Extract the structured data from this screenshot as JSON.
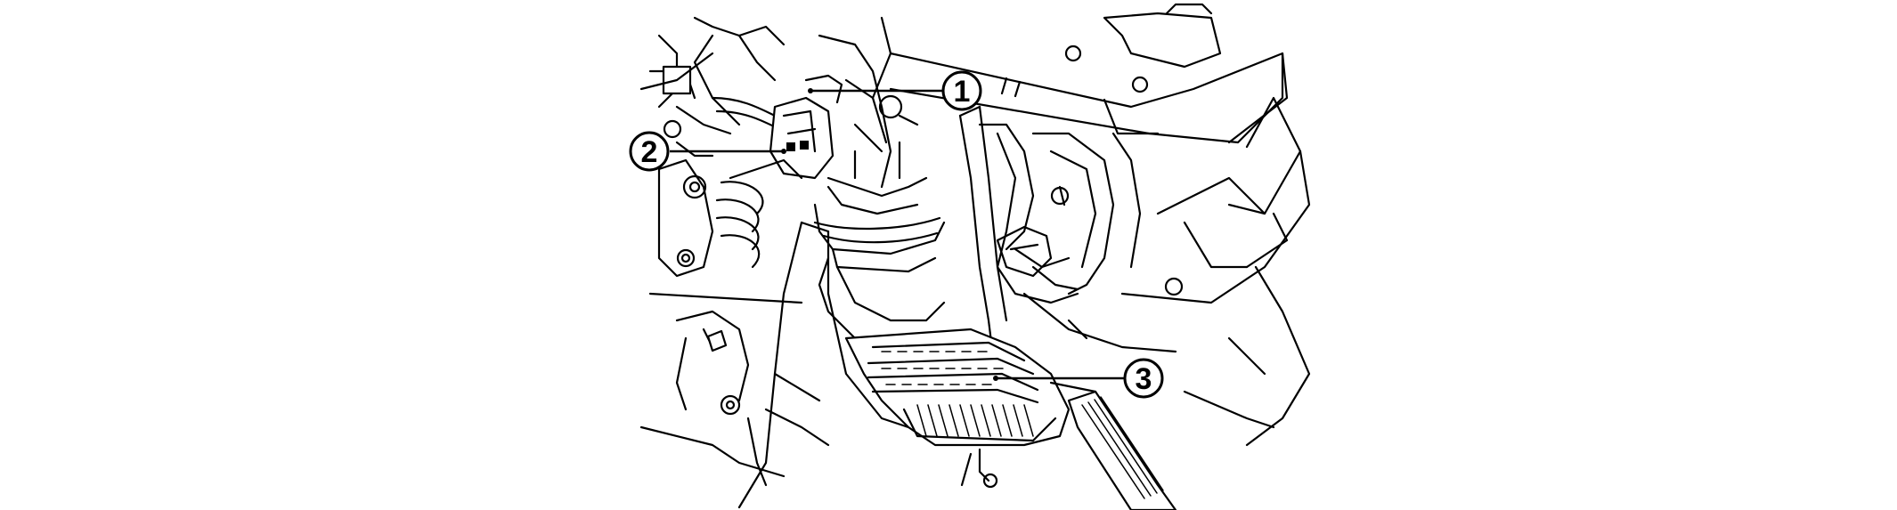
{
  "callouts": [
    {
      "label": "1"
    },
    {
      "label": "2"
    },
    {
      "label": "3"
    }
  ],
  "colors": {
    "ink": "#000000",
    "background": "#ffffff"
  }
}
